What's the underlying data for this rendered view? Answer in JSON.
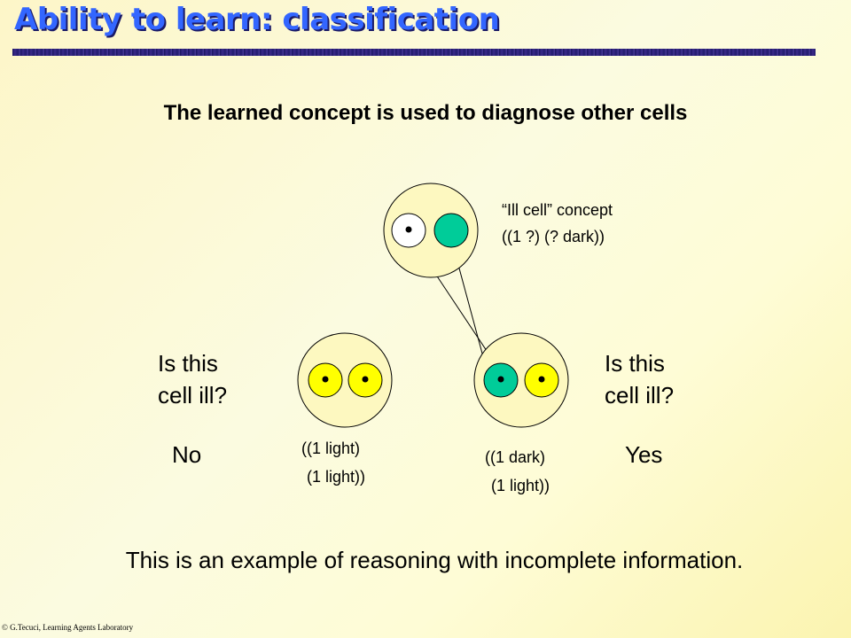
{
  "slide": {
    "title": "Ability to learn: classification",
    "subtitle": "The learned concept is used to diagnose other cells",
    "concept_label": "“Ill cell” concept",
    "concept_expr": "((1 ?) (? dark))",
    "left_question_line1": "Is this",
    "left_question_line2": "cell ill?",
    "left_answer": "No",
    "left_cell_line1": "((1 light)",
    "left_cell_line2": "(1 light))",
    "right_question_line1": "Is this",
    "right_question_line2": "cell ill?",
    "right_answer": "Yes",
    "right_cell_line1": "((1 dark)",
    "right_cell_line2": "(1 light))",
    "footer": "This is an example of reasoning with incomplete information.",
    "copyright": "© G.Tecuci, Learning Agents Laboratory"
  },
  "colors": {
    "title": "#3366ff",
    "cell_body": "#fdf8c0",
    "light_nucleus": "#ffff00",
    "dark_nucleus": "#00cc99",
    "unknown_nucleus": "#ffffff"
  }
}
